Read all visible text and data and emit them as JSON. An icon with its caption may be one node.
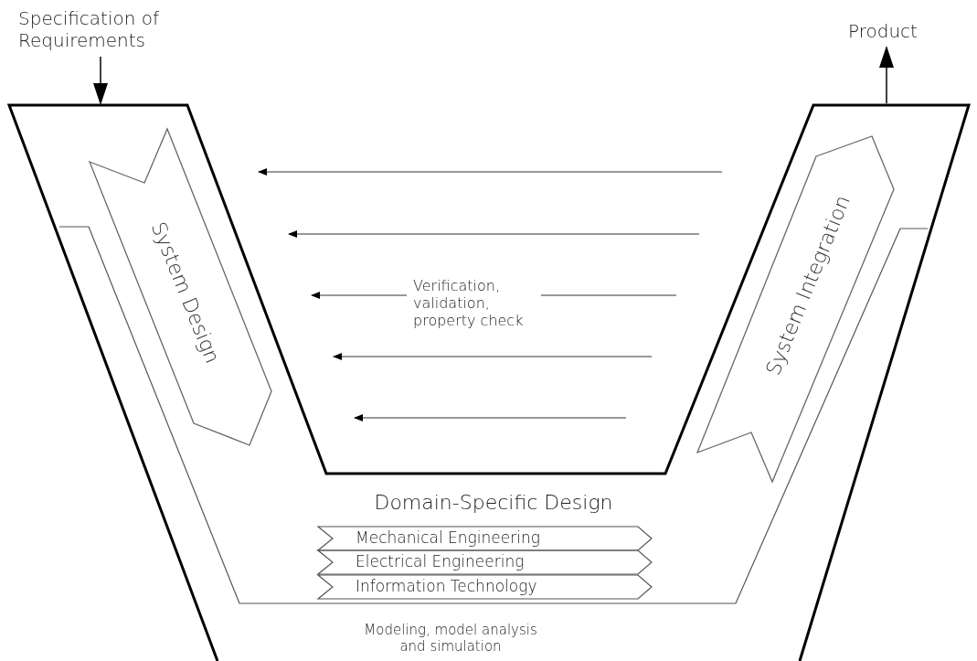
{
  "diagram": {
    "nodes": [
      {
        "text": [
          "Specification of Requirements"
        ]
      },
      {
        "text": [
          "Product"
        ]
      },
      {
        "text": [],
        "shape": "band"
      },
      {
        "text": [
          "System Design"
        ],
        "in": 2
      },
      {
        "text": [
          "System Integration"
        ],
        "in": 2
      },
      {
        "text": [
          "Mechanical Engineering"
        ],
        "in": 2
      },
      {
        "text": [
          "Electrical Engineering"
        ],
        "in": 2
      },
      {
        "text": [
          "Information Technology"
        ],
        "in": 2
      }
    ],
    "edges": [
      {
        "from": 0,
        "to": 2,
        "arrow": "to"
      },
      {
        "from": 2,
        "to": 1,
        "arrow": "to"
      }
    ],
    "labels": [
      "Verification, validation, property check",
      "Domain-Specific Design",
      "Modeling, model analysis and simulation"
    ]
  }
}
